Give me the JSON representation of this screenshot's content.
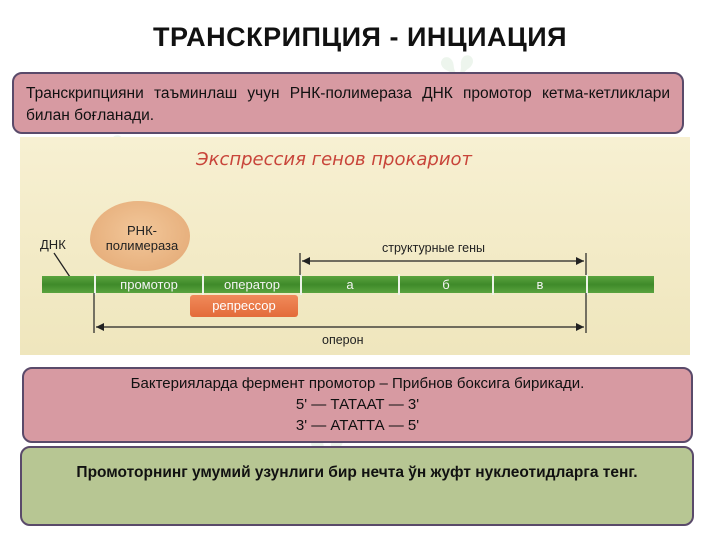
{
  "title": "ТРАНСКРИПЦИЯ - ИНЦИАЦИЯ",
  "intro_text": "Транскрипцияни таъминлаш учун РНК-полимераза ДНК промотор кетма-кетликлари билан боғланади.",
  "diagram": {
    "title": "Экспрессия генов прокариот",
    "dna_label": "ДНК",
    "polymerase_line1": "РНК-",
    "polymerase_line2": "полимераза",
    "structural_genes_label": "структурные гены",
    "operon_label": "оперон",
    "repressor_label": "репрессор",
    "segments": [
      "промотор",
      "оператор",
      "а",
      "б",
      "в"
    ]
  },
  "box2": {
    "line1": "Бактерияларда фермент промотор – Прибнов боксига бирикади.",
    "line2": "5' — ТАТААТ — 3'",
    "line3": "3' — АТАТТА — 5'"
  },
  "box3_text": "Промоторнинг умумий узунлиги бир нечта ўн жуфт нуклеотидларга тенг.",
  "colors": {
    "pink_box": "#d79aa2",
    "green_box": "#b7c693",
    "dna_green": "#4a9632",
    "repressor": "#e8743f",
    "diagram_title": "#c8453a"
  }
}
